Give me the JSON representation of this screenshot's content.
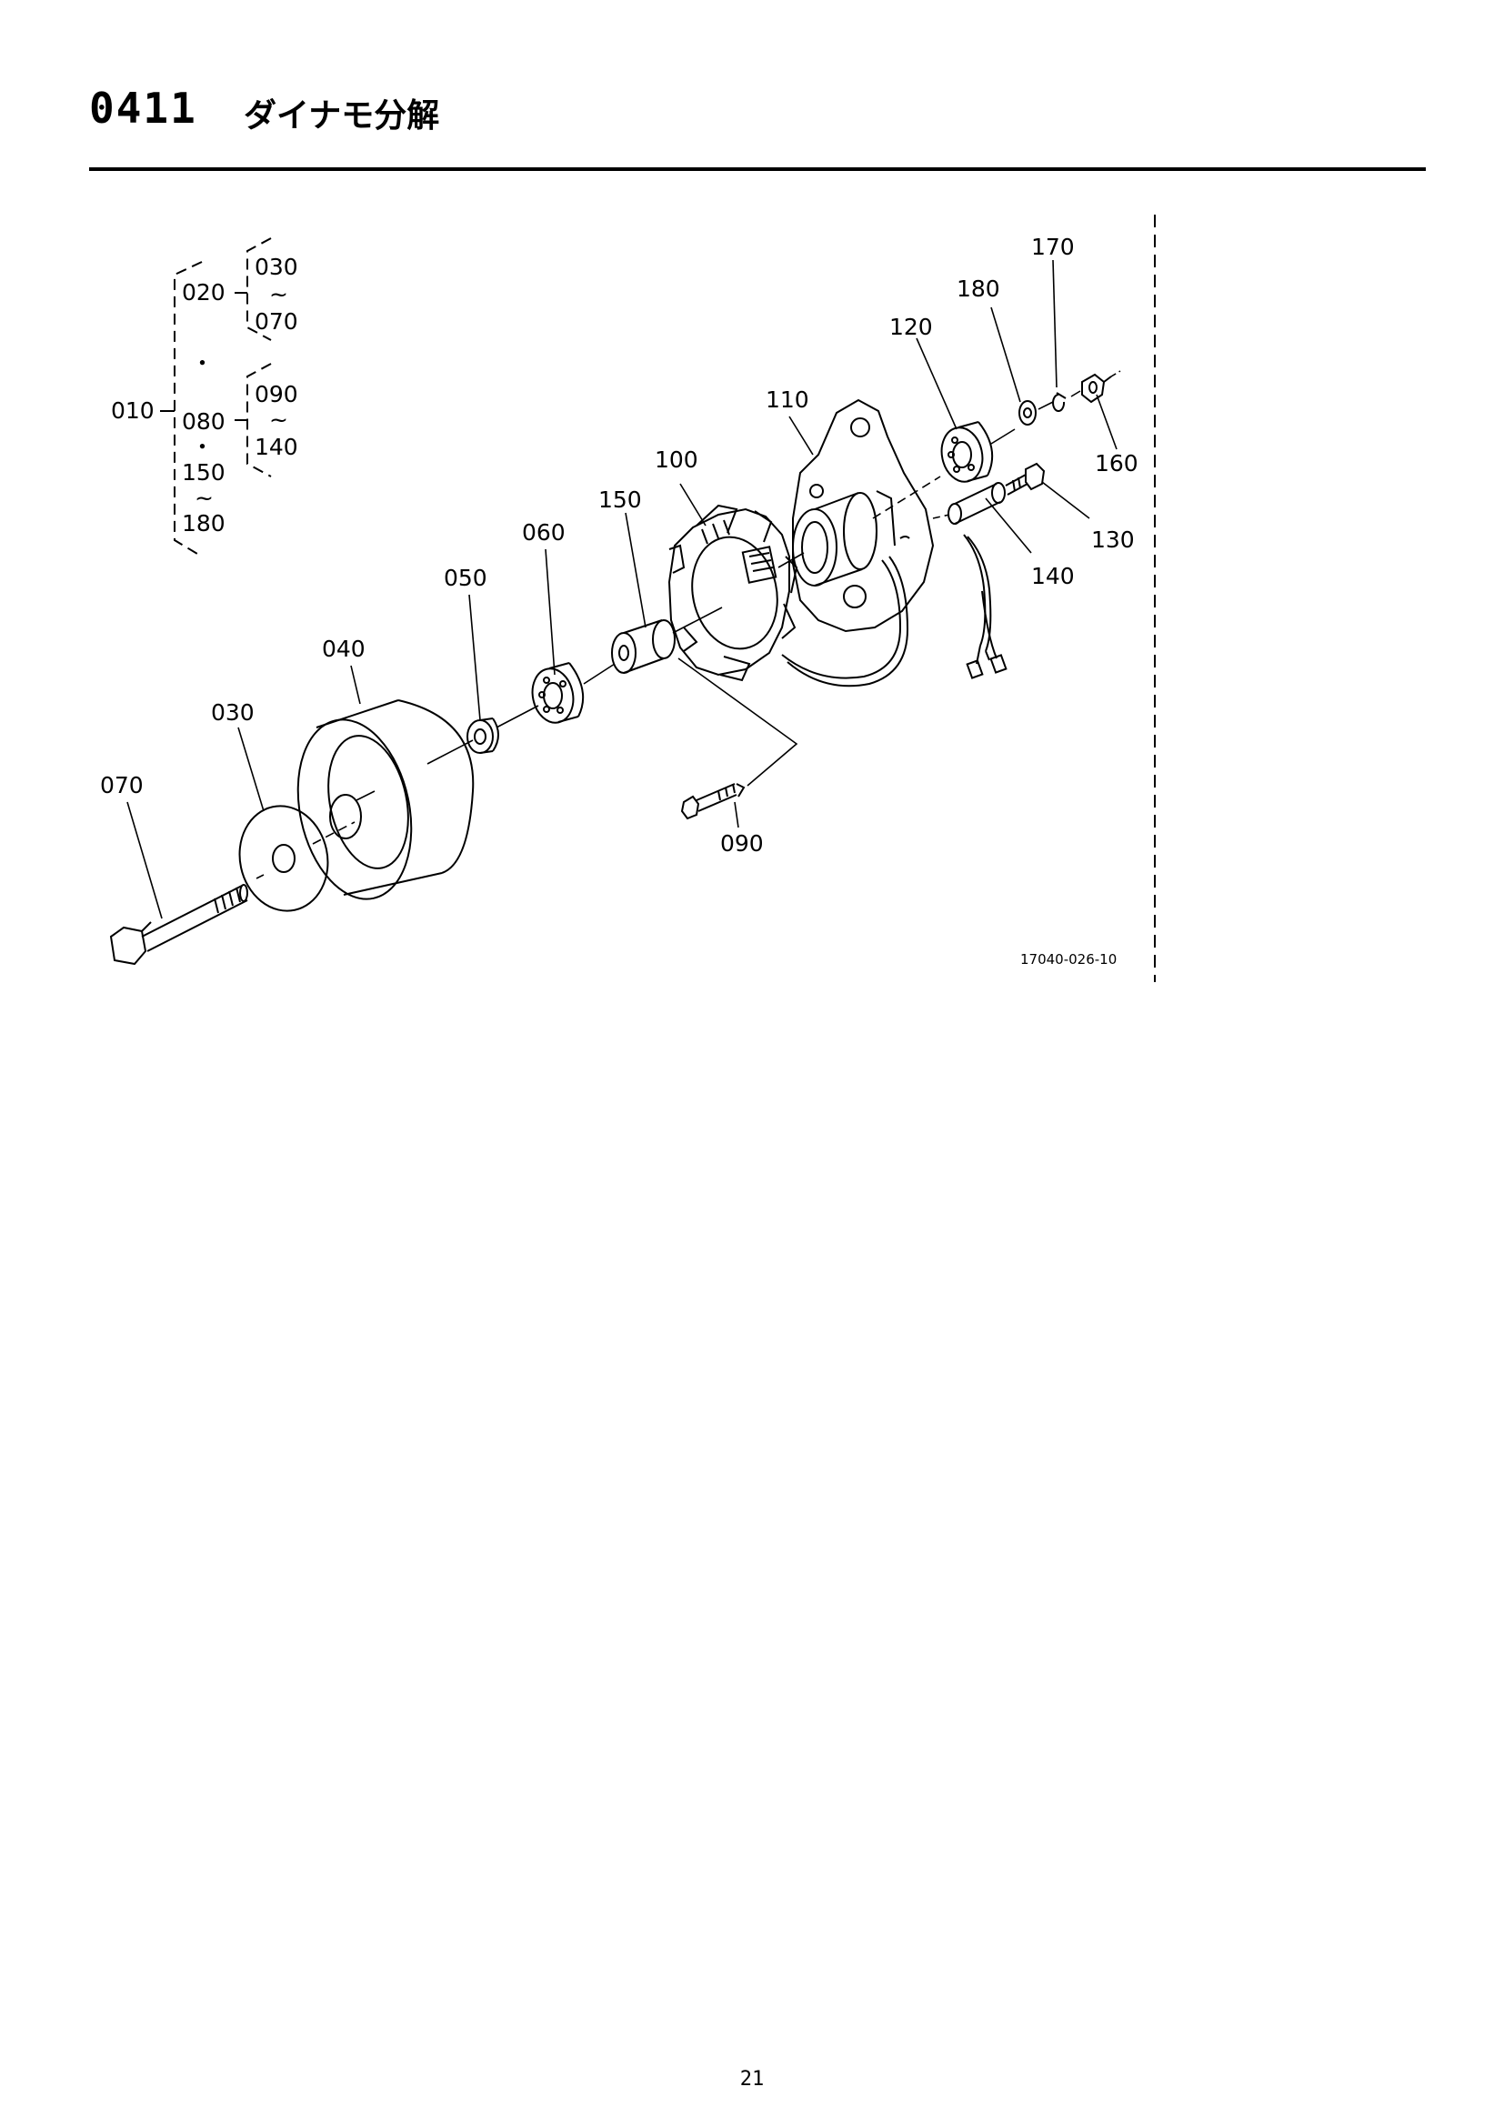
{
  "header": {
    "section_number": "0411",
    "section_title": "ダイナモ分解"
  },
  "tree": {
    "root": "010",
    "a": "020",
    "a_from": "030",
    "a_to": "070",
    "b": "080",
    "b_from": "090",
    "b_to": "140",
    "c_from": "150",
    "c_to": "180",
    "tilde": "~",
    "dot": "・"
  },
  "callouts": {
    "p170": "170",
    "p180": "180",
    "p120": "120",
    "p110": "110",
    "p160": "160",
    "p100": "100",
    "p150": "150",
    "p130": "130",
    "p060": "060",
    "p140": "140",
    "p050": "050",
    "p040": "040",
    "p030": "030",
    "p070": "070",
    "p090": "090"
  },
  "figure_code": "17040-026-10",
  "page_number": "21"
}
